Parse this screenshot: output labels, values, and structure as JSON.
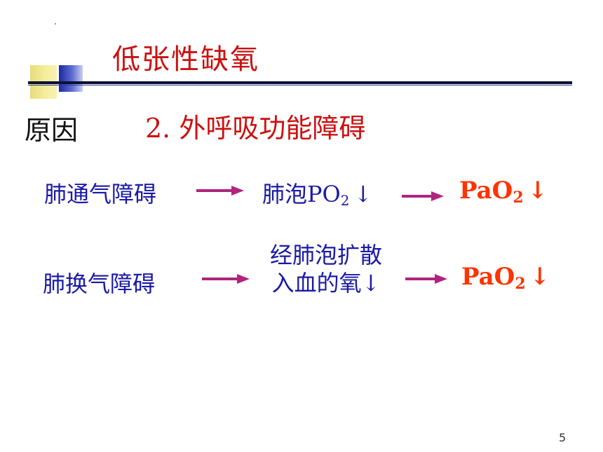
{
  "slide": {
    "title": "低张性缺氧",
    "cause_label": "原因",
    "cause_text": "2. 外呼吸功能障碍",
    "row1": {
      "left": "肺通气障碍",
      "middle_prefix": "肺泡PO",
      "middle_sub": "2",
      "middle_arrow": "↓",
      "right_main": "PaO",
      "right_sub": "2",
      "right_arrow": "↓"
    },
    "row2": {
      "left": "肺换气障碍",
      "middle_line1": "经肺泡扩散",
      "middle_line2": "入血的氧↓",
      "right_main": "PaO",
      "right_sub": "2",
      "right_arrow": "↓"
    },
    "page_number": "5"
  },
  "colors": {
    "title": "#cc1111",
    "blue_text": "#1a1aa6",
    "arrow": "#b0247f",
    "formula": "#ff3300"
  },
  "icons": [
    "right-arrow-icon",
    "down-arrow-icon"
  ]
}
